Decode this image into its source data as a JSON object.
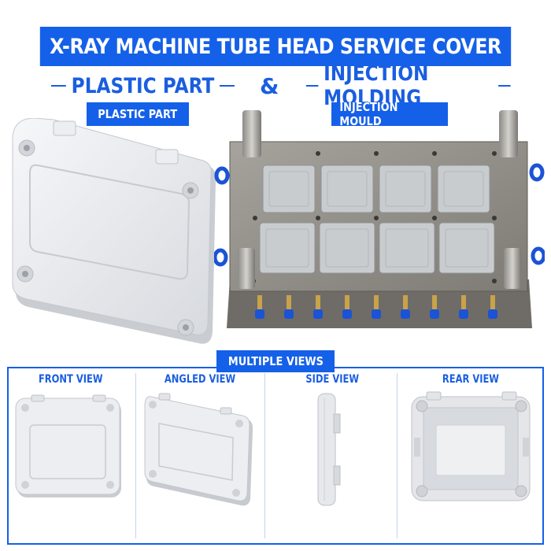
{
  "banner": {
    "title": "X-RAY MACHINE TUBE HEAD SERVICE COVER"
  },
  "headline": {
    "left": "PLASTIC PART",
    "amp": "&",
    "right": "INJECTION MOLDING"
  },
  "labels": {
    "plastic_part": "PLASTIC PART",
    "injection_mould": "INJECTION MOULD",
    "multiple_views": "MULTIPLE VIEWS"
  },
  "views": [
    {
      "label": "FRONT VIEW"
    },
    {
      "label": "ANGLED VIEW"
    },
    {
      "label": "SIDE VIEW"
    },
    {
      "label": "REAR VIEW"
    }
  ],
  "colors": {
    "brand_blue": "#1560e8",
    "part_gray": "#e6e8eb",
    "mould_steel": "#8d8a84",
    "fitting_blue": "#1b53d6"
  }
}
